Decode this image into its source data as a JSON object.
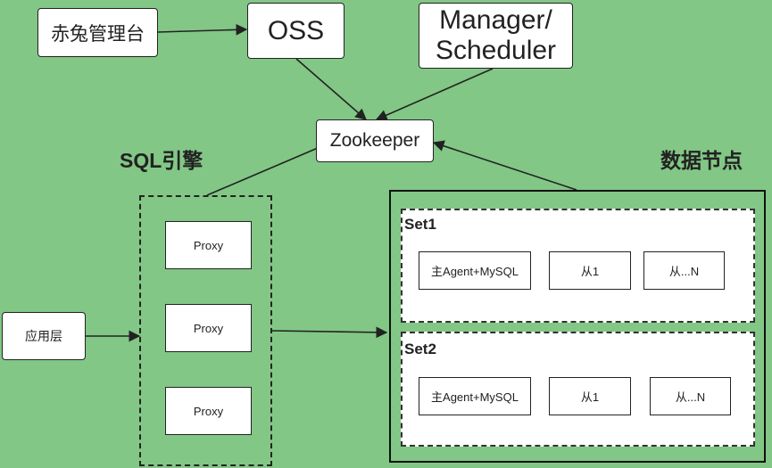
{
  "nodes": {
    "chitu": "赤兔管理台",
    "oss": "OSS",
    "manager": "Manager/\nScheduler",
    "zookeeper": "Zookeeper",
    "app": "应用层",
    "proxy1": "Proxy",
    "proxy2": "Proxy",
    "proxy3": "Proxy"
  },
  "labels": {
    "sql_engine": "SQL引擎",
    "data_nodes": "数据节点"
  },
  "sets": [
    {
      "title": "Set1",
      "master": "主Agent+MySQL",
      "slave1": "从1",
      "slaveN": "从...N"
    },
    {
      "title": "Set2",
      "master": "主Agent+MySQL",
      "slave1": "从1",
      "slaveN": "从...N"
    }
  ],
  "colors": {
    "background": "#82c785",
    "box": "#ffffff",
    "stroke": "#222222"
  }
}
